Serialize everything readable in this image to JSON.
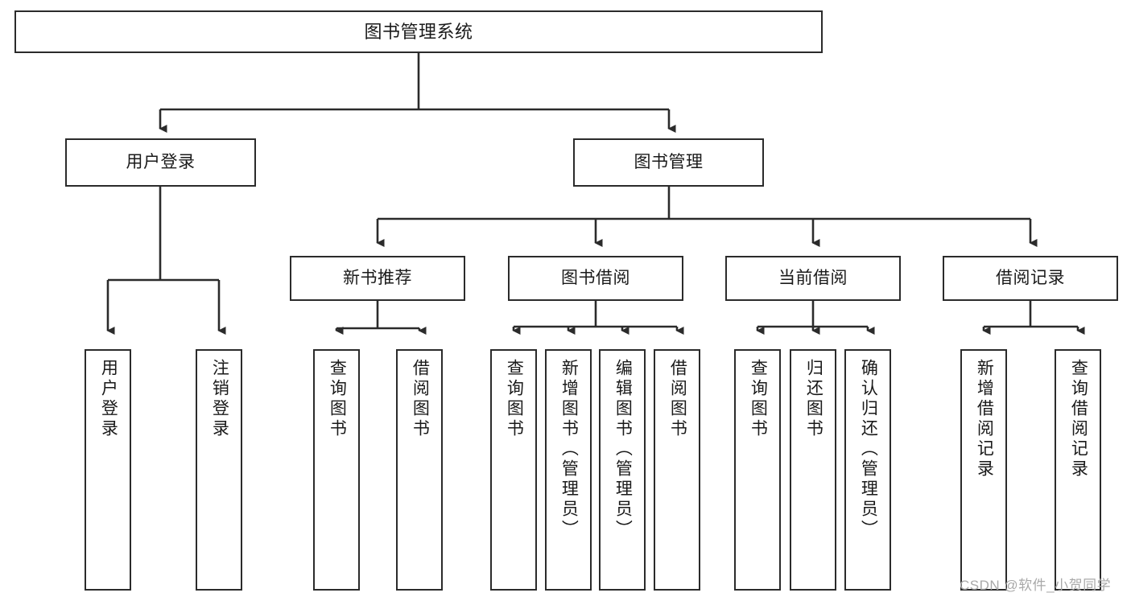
{
  "diagram": {
    "title": "图书管理系统",
    "type": "tree-flowchart",
    "colors": {
      "box_border": "#2b2b2b",
      "box_fill": "#ffffff",
      "connector": "#2b2b2b",
      "text": "#1a1a1a",
      "watermark": "#a9a9a9",
      "background": "#ffffff"
    }
  },
  "nodes": {
    "root": {
      "label": "图书管理系统",
      "orientation": "horizontal"
    },
    "level2": [
      {
        "label": "用户登录",
        "orientation": "horizontal"
      },
      {
        "label": "图书管理",
        "orientation": "horizontal"
      }
    ],
    "level3": [
      {
        "label": "新书推荐",
        "orientation": "horizontal"
      },
      {
        "label": "图书借阅",
        "orientation": "horizontal"
      },
      {
        "label": "当前借阅",
        "orientation": "horizontal"
      },
      {
        "label": "借阅记录",
        "orientation": "horizontal"
      }
    ],
    "leaves": {
      "user_login": [
        {
          "label": "用户登录",
          "orientation": "vertical"
        },
        {
          "label": "注销登录",
          "orientation": "vertical"
        }
      ],
      "new_book_recommend": [
        {
          "label": "查询图书",
          "orientation": "vertical"
        },
        {
          "label": "借阅图书",
          "orientation": "vertical"
        }
      ],
      "book_borrow": [
        {
          "label": "查询图书",
          "orientation": "vertical"
        },
        {
          "label": "新增图书（管理员）",
          "orientation": "vertical"
        },
        {
          "label": "编辑图书（管理员）",
          "orientation": "vertical"
        },
        {
          "label": "借阅图书",
          "orientation": "vertical"
        }
      ],
      "current_borrow": [
        {
          "label": "查询图书",
          "orientation": "vertical"
        },
        {
          "label": "归还图书",
          "orientation": "vertical"
        },
        {
          "label": "确认归还（管理员）",
          "orientation": "vertical"
        }
      ],
      "borrow_records": [
        {
          "label": "新增借阅记录",
          "orientation": "vertical"
        },
        {
          "label": "查询借阅记录",
          "orientation": "vertical"
        }
      ]
    }
  },
  "watermark": {
    "text": "CSDN @软件_小贺同学"
  }
}
